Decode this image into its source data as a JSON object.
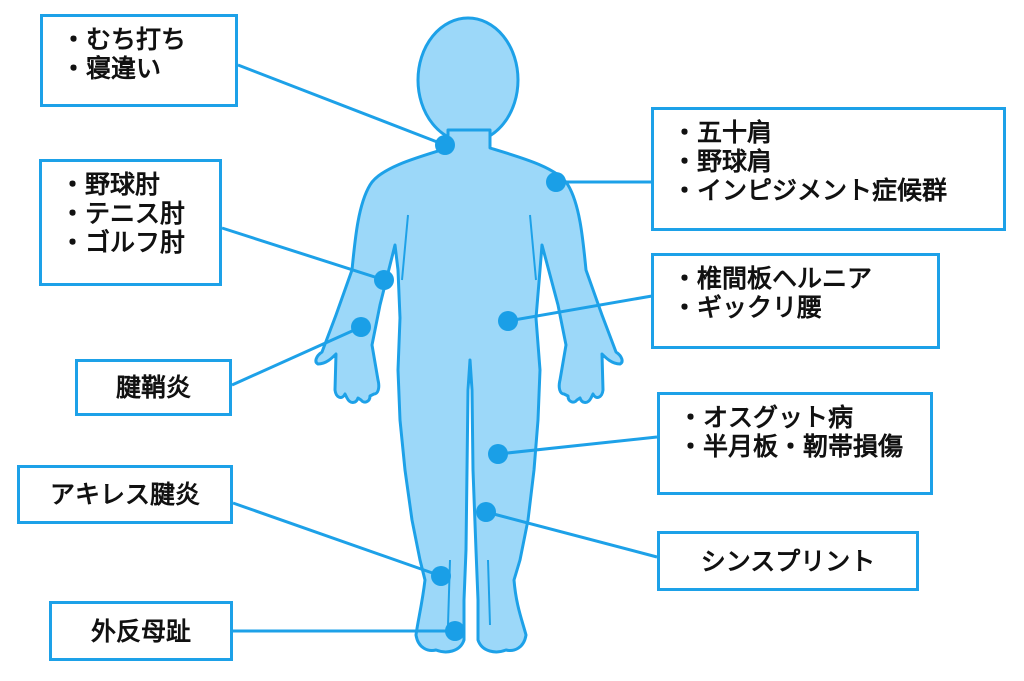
{
  "colors": {
    "body_fill": "#9cd8f9",
    "outline": "#1da1e8",
    "dot": "#1a9fe7",
    "connector": "#1da1e8",
    "box_border": "#1da1e8",
    "text": "#111111"
  },
  "labels": {
    "neck": [
      "・むち打ち",
      "・寝違い"
    ],
    "shoulder": [
      "・五十肩",
      "・野球肩",
      "・インピジメント症候群"
    ],
    "elbow": [
      "・野球肘",
      "・テニス肘",
      "・ゴルフ肘"
    ],
    "lower_back": [
      "・椎間板ヘルニア",
      "・ギックリ腰"
    ],
    "wrist": "腱鞘炎",
    "knee": [
      "・オスグット病",
      "・半月板・靭帯損傷"
    ],
    "achilles": "アキレス腱炎",
    "shin": "シンスプリント",
    "toe": "外反母趾"
  }
}
